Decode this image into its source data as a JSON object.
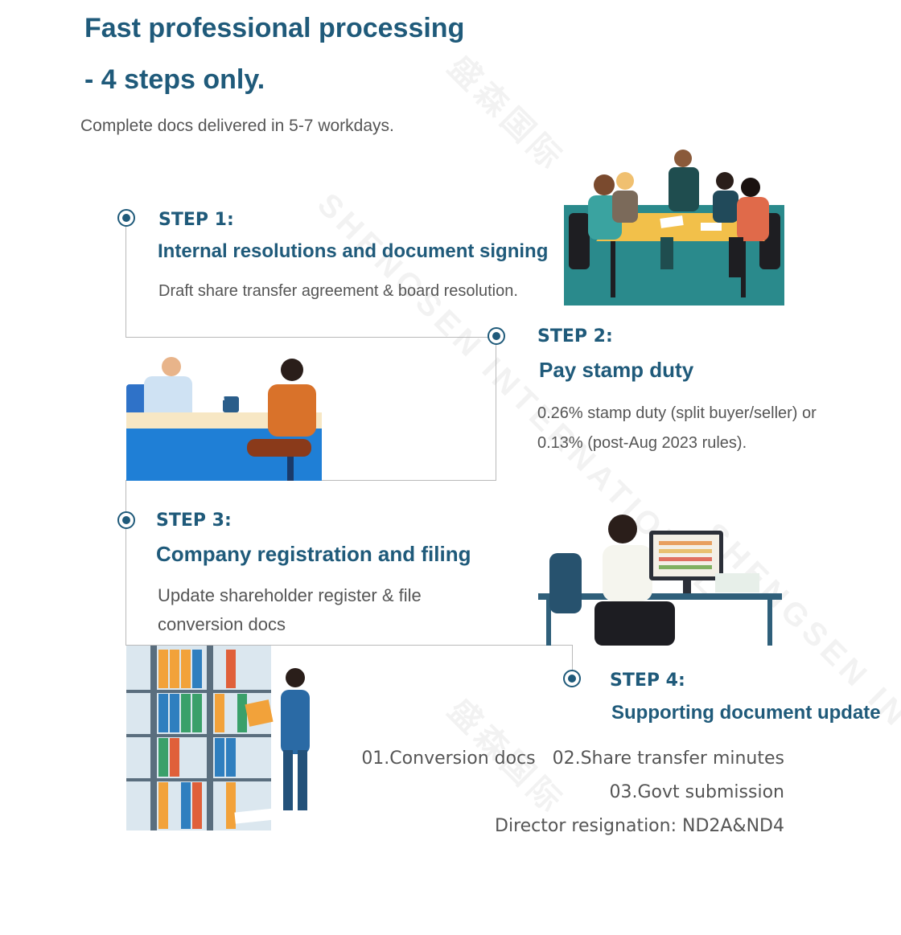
{
  "header": {
    "title_line1": "Fast professional processing",
    "title_line2": "- 4 steps only.",
    "subtitle": "Complete docs delivered in 5-7 workdays."
  },
  "steps": [
    {
      "label": "STEP 1:",
      "heading": "Internal resolutions and document signing",
      "description": "Draft share transfer agreement & board resolution.",
      "illustration": "meeting-illustration"
    },
    {
      "label": "STEP 2:",
      "heading": "Pay stamp duty",
      "description_lines": [
        "0.26% stamp duty (split buyer/seller) or",
        "0.13% (post-Aug 2023 rules)."
      ],
      "illustration": "counter-payment-illustration"
    },
    {
      "label": "STEP 3:",
      "heading": "Company registration and filing",
      "description_lines": [
        "Update shareholder register & file",
        "conversion docs"
      ],
      "illustration": "computer-work-illustration"
    },
    {
      "label": "STEP 4:",
      "heading": "Supporting document update",
      "items": [
        "01.Conversion docs   02.Share transfer minutes",
        "03.Govt submission",
        "Director resignation: ND2A&ND4"
      ],
      "illustration": "archive-shelves-illustration"
    }
  ],
  "watermark": {
    "text_en": "SHENGSEN INTERNATIONAL",
    "text_cn": "盛森国际"
  },
  "colors": {
    "accent": "#1f5a7a",
    "text": "#555555",
    "line": "#b9b9b9"
  }
}
